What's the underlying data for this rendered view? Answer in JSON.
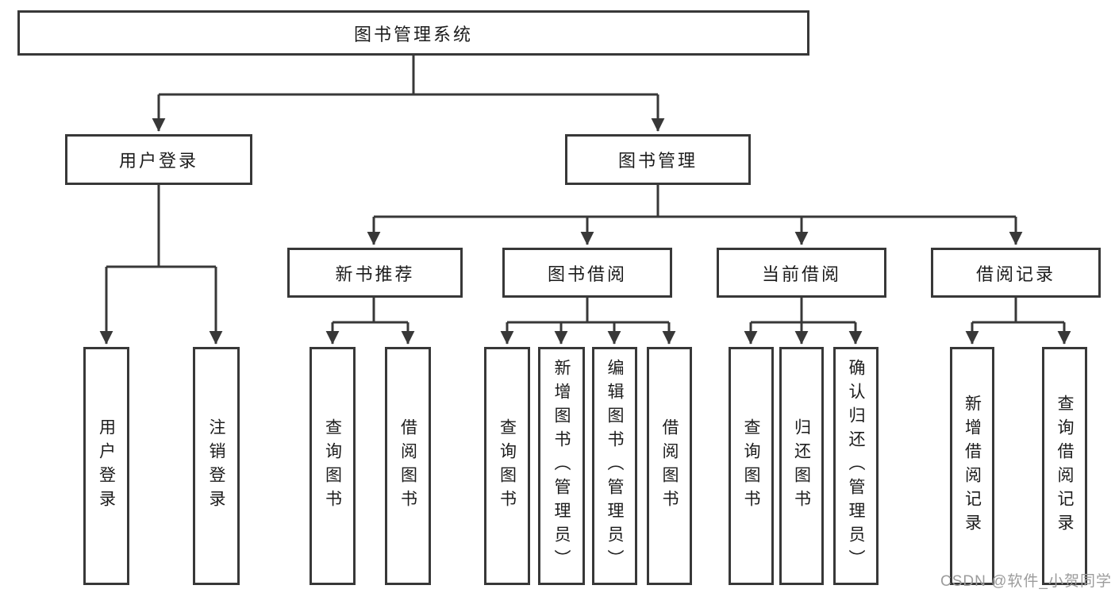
{
  "root": {
    "label": "图书管理系统"
  },
  "user_login": {
    "label": "用户登录",
    "children": [
      "用户登录",
      "注销登录"
    ]
  },
  "book_mgmt": {
    "label": "图书管理",
    "sections": [
      {
        "label": "新书推荐",
        "children": [
          "查询图书",
          "借阅图书"
        ]
      },
      {
        "label": "图书借阅",
        "children": [
          "查询图书",
          "新增图书（管理员）",
          "编辑图书（管理员）",
          "借阅图书"
        ]
      },
      {
        "label": "当前借阅",
        "children": [
          "查询图书",
          "归还图书",
          "确认归还（管理员）"
        ]
      },
      {
        "label": "借阅记录",
        "children": [
          "新增借阅记录",
          "查询借阅记录"
        ]
      }
    ]
  },
  "watermark": "CSDN @软件_小贺同学",
  "colors": {
    "line": "#383838",
    "text": "#1c1c1c",
    "background": "#ffffff",
    "watermark": "#9c9c9c"
  }
}
